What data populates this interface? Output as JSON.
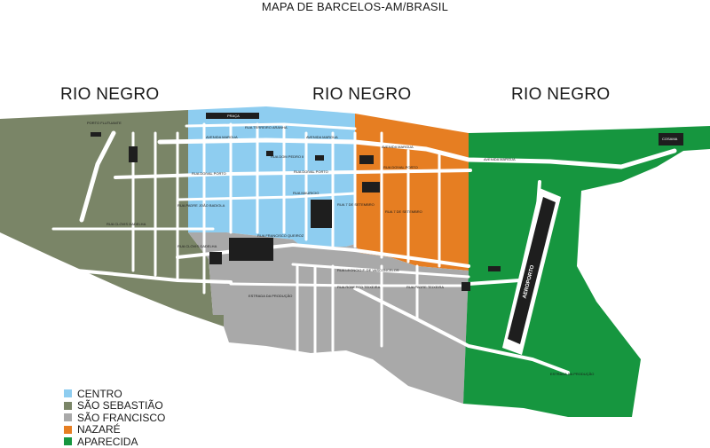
{
  "title": "MAPA DE BARCELOS-AM/BRASIL",
  "rivers": [
    {
      "label": "RIO NEGRO"
    },
    {
      "label": "RIO NEGRO"
    },
    {
      "label": "RIO NEGRO"
    }
  ],
  "colors": {
    "centro": "#8ecdf0",
    "sao_sebastiao": "#7a8567",
    "sao_francisco": "#a9a9a9",
    "nazare": "#e67e22",
    "aparecida": "#16963f",
    "street": "#ffffff",
    "building": "#1e1e1e"
  },
  "legend": [
    {
      "label": "CENTRO",
      "color": "#8ecdf0"
    },
    {
      "label": "SÃO SEBASTIÃO",
      "color": "#7a8567"
    },
    {
      "label": "SÃO FRANCISCO",
      "color": "#a9a9a9"
    },
    {
      "label": "NAZARÉ",
      "color": "#e67e22"
    },
    {
      "label": "APARECIDA",
      "color": "#16963f"
    }
  ],
  "places": {
    "porto": "PORTO FLUTUANTE",
    "praca": "PRAÇA",
    "cosama": "COSAMA",
    "aeroporto": "AEROPORTO"
  },
  "streets": {
    "terreno": "RUA TERREIRO ARANHA",
    "avenida_margua_1": "AVENIDA MARGUA",
    "avenida_margua_2": "AVENIDA MARGUA",
    "avenida_margua_3": "AVENIDA MARGUA",
    "avenida_margua_4": "AVENIDA MARGUA",
    "dom_pedro": "RUA DOM PEDRO II",
    "doival_porto_1": "RUA DOIVAL PORTO",
    "doival_porto_2": "RUA DOIVAL PORTO",
    "doival_porto_3": "RUA DOIVAL PORTO",
    "mauricio": "RUA MAURICIO",
    "sete_setembro_1": "RUA 7 DE SETEMBRO",
    "sete_setembro_2": "RUA 7 DE SETEMBRO",
    "padre_joao": "RUA PADRE JOÃO BADIOLA",
    "clovis_gadelha_1": "RUA CLOVIS GADELHA",
    "clovis_gadelha_2": "RUA CLOVIS GADELHA",
    "francisco_queiroz": "RUA FRANCISCO QUEIROZ",
    "leoncio": "RUA LEONCIO F. DE VASCONCELOS",
    "roberto": "RUA ROBERTO TEIXEIRA",
    "padre_teixeira": "RUA PADRE TEIXEIRA",
    "estrada_1": "ESTRADA DA PRODUÇÃO",
    "estrada_2": "ESTRADA DA PRODUÇÃO"
  }
}
